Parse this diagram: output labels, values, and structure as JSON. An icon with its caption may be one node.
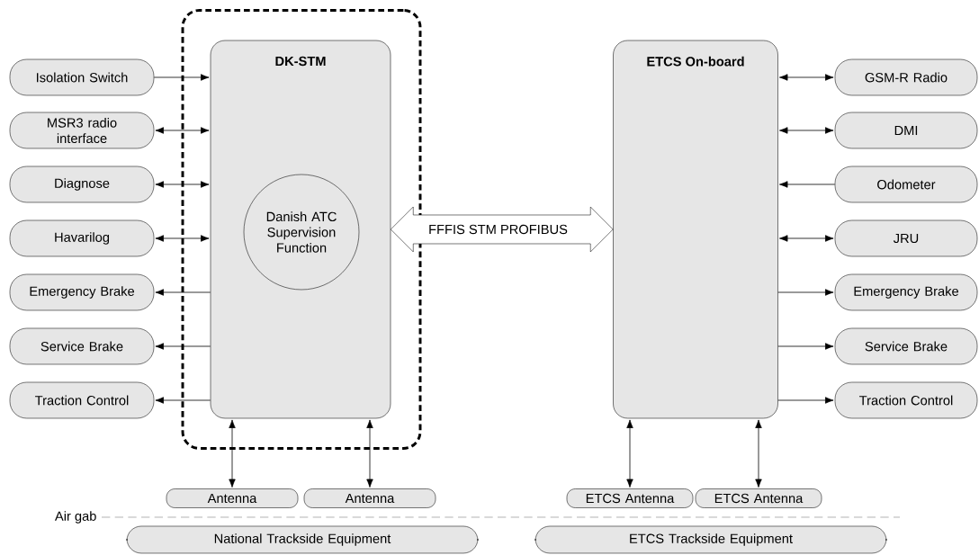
{
  "diagram": {
    "nodes": [
      {
        "text": [],
        "shape": "box"
      },
      {
        "text": [
          "DK-STM"
        ],
        "in": 0
      },
      {
        "text": [
          "Danish ATC Supervision Function"
        ],
        "in": 1
      },
      {
        "text": [
          "ETCS On-board"
        ]
      },
      {
        "text": [
          "Isolation Switch"
        ]
      },
      {
        "text": [
          "MSR3 radio interface"
        ]
      },
      {
        "text": [
          "Diagnose"
        ]
      },
      {
        "text": [
          "Havarilog"
        ]
      },
      {
        "text": [
          "Emergency Brake"
        ]
      },
      {
        "text": [
          "Service Brake"
        ]
      },
      {
        "text": [
          "Traction Control"
        ]
      },
      {
        "text": [
          "GSM-R Radio"
        ]
      },
      {
        "text": [
          "DMI"
        ]
      },
      {
        "text": [
          "Odometer"
        ]
      },
      {
        "text": [
          "JRU"
        ]
      },
      {
        "text": [
          "Emergency Brake"
        ]
      },
      {
        "text": [
          "Service Brake"
        ]
      },
      {
        "text": [
          "Traction Control"
        ]
      },
      {
        "text": [
          "Antenna"
        ]
      },
      {
        "text": [
          "Antenna"
        ]
      },
      {
        "text": [
          "ETCS Antenna"
        ]
      },
      {
        "text": [
          "ETCS Antenna"
        ]
      },
      {
        "text": [
          "National Trackside Equipment"
        ]
      },
      {
        "text": [
          "ETCS Trackside Equipment"
        ]
      }
    ],
    "edges": [
      {
        "from": 4,
        "to": 1,
        "arrow": "to"
      },
      {
        "from": 5,
        "to": 1,
        "arrow": "both"
      },
      {
        "from": 6,
        "to": 1,
        "arrow": "both"
      },
      {
        "from": 7,
        "to": 1,
        "arrow": "both"
      },
      {
        "from": 1,
        "to": 8,
        "arrow": "to"
      },
      {
        "from": 1,
        "to": 9,
        "arrow": "to"
      },
      {
        "from": 1,
        "to": 10,
        "arrow": "to"
      },
      {
        "from": 1,
        "to": 3,
        "arrow": "both",
        "label": "FFFIS STM PROFIBUS",
        "style": "thick"
      },
      {
        "from": 3,
        "to": 11,
        "arrow": "both"
      },
      {
        "from": 3,
        "to": 12,
        "arrow": "both"
      },
      {
        "from": 13,
        "to": 3,
        "arrow": "to"
      },
      {
        "from": 3,
        "to": 14,
        "arrow": "both"
      },
      {
        "from": 3,
        "to": 15,
        "arrow": "to"
      },
      {
        "from": 3,
        "to": 16,
        "arrow": "to"
      },
      {
        "from": 3,
        "to": 17,
        "arrow": "to"
      },
      {
        "from": 1,
        "to": 18,
        "arrow": "both"
      },
      {
        "from": 1,
        "to": 19,
        "arrow": "both"
      },
      {
        "from": 3,
        "to": 20,
        "arrow": "both"
      },
      {
        "from": 3,
        "to": 21,
        "arrow": "both"
      }
    ],
    "labels": [
      "Air gab"
    ]
  }
}
